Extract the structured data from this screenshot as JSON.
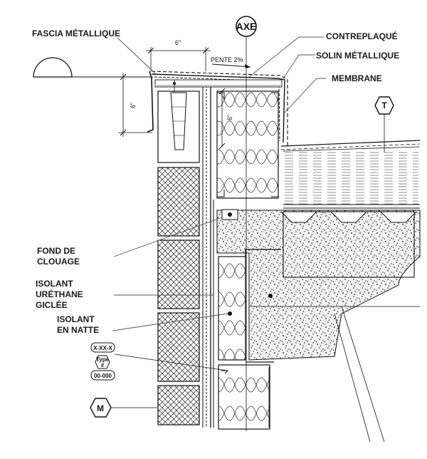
{
  "labels": {
    "fascia": "FASCIA MÉTALLIQUE",
    "contreplaque": "CONTREPLAQUÉ",
    "solin": "SOLIN MÉTALLIQUE",
    "membrane": "MEMBRANE",
    "fond_line1": "FOND DE",
    "fond_line2": "CLOUAGE",
    "isolant_ur_1": "ISOLANT",
    "isolant_ur_2": "URÉTHANE",
    "isolant_ur_3": "GICLÉE",
    "isolant_natte_1": "ISOLANT",
    "isolant_natte_2": "EN NATTE"
  },
  "dimensions": {
    "top_width": "6\"",
    "left_height": "6\"",
    "inner_height": "6\"",
    "slope": "PENTE 2%"
  },
  "tags": {
    "axe": "AXE",
    "t": "T",
    "m": "M",
    "section_ref": "X-XX-X",
    "type_line1": "Type",
    "type_line2": "#",
    "code": "00-000"
  }
}
